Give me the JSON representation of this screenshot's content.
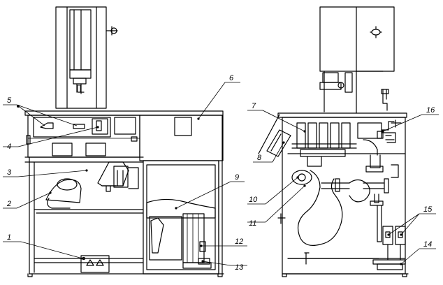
{
  "callouts": [
    {
      "id": "callout-1",
      "label": "1"
    },
    {
      "id": "callout-2",
      "label": "2"
    },
    {
      "id": "callout-3",
      "label": "3"
    },
    {
      "id": "callout-4",
      "label": "4"
    },
    {
      "id": "callout-5",
      "label": "5"
    },
    {
      "id": "callout-6",
      "label": "6"
    },
    {
      "id": "callout-7",
      "label": "7"
    },
    {
      "id": "callout-8",
      "label": "8"
    },
    {
      "id": "callout-9",
      "label": "9"
    },
    {
      "id": "callout-10",
      "label": "10"
    },
    {
      "id": "callout-11",
      "label": "11"
    },
    {
      "id": "callout-12",
      "label": "12"
    },
    {
      "id": "callout-13",
      "label": "13"
    },
    {
      "id": "callout-14",
      "label": "14"
    },
    {
      "id": "callout-15",
      "label": "15"
    },
    {
      "id": "callout-16",
      "label": "16"
    }
  ]
}
